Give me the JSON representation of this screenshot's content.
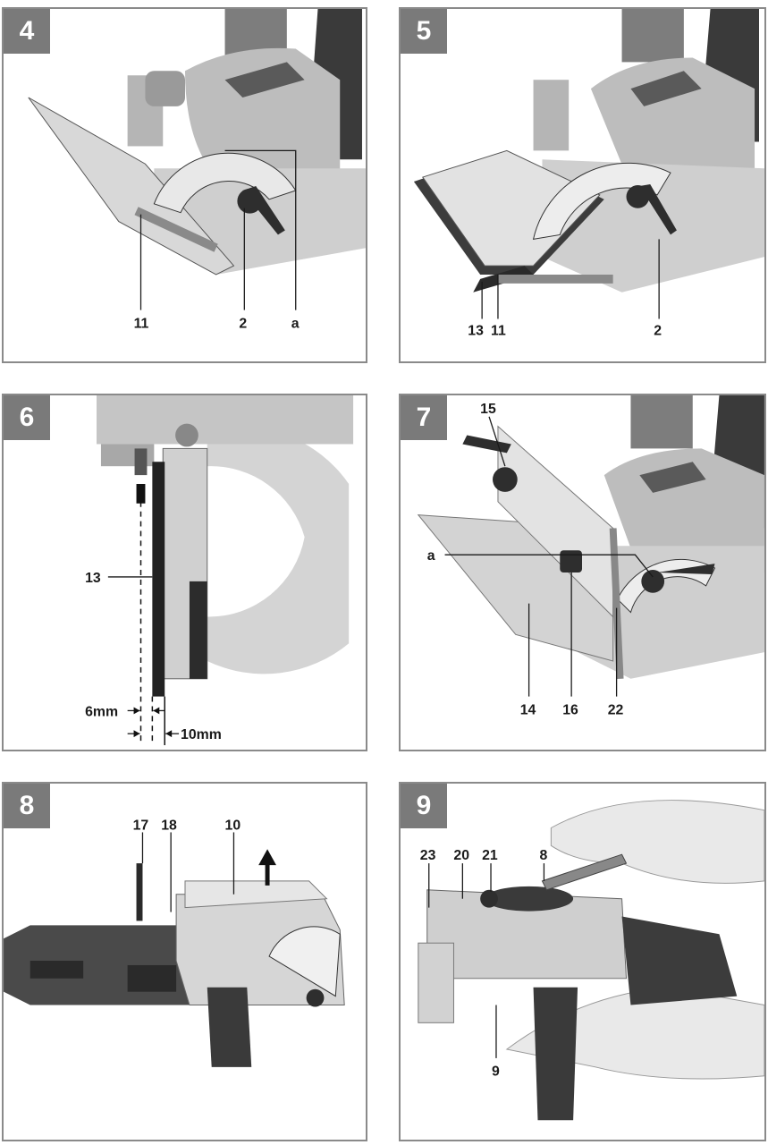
{
  "panels": [
    {
      "number": "4",
      "labels": [
        "11",
        "2",
        "a"
      ]
    },
    {
      "number": "5",
      "labels": [
        "13",
        "11",
        "2"
      ]
    },
    {
      "number": "6",
      "labels": [
        "13",
        "6mm",
        "10mm"
      ]
    },
    {
      "number": "7",
      "labels": [
        "15",
        "a",
        "14",
        "16",
        "22"
      ]
    },
    {
      "number": "8",
      "labels": [
        "17",
        "18",
        "10"
      ]
    },
    {
      "number": "9",
      "labels": [
        "23",
        "20",
        "21",
        "8",
        "9"
      ]
    }
  ],
  "colors": {
    "badge": "#7a7a7a",
    "border": "#8a8a8a",
    "metal": "#c9c9c9",
    "dark": "#3a3a3a"
  }
}
